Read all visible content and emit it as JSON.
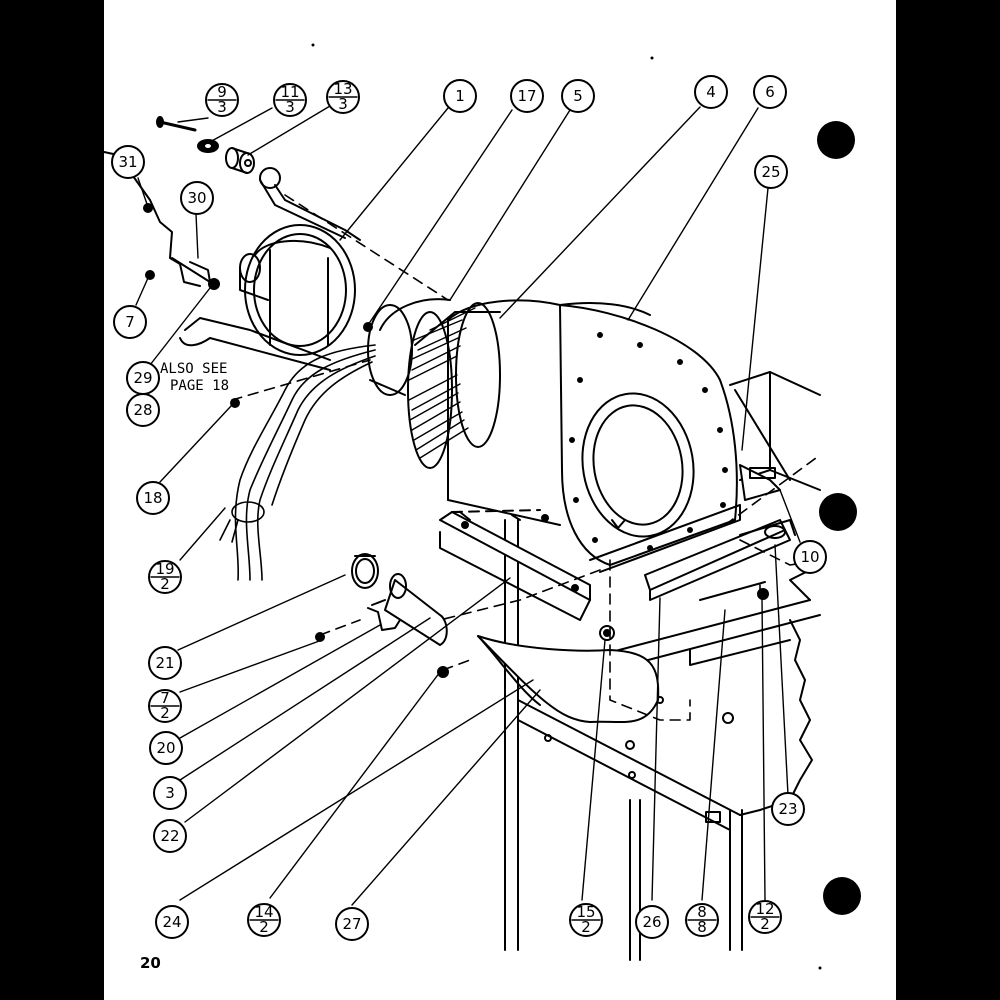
{
  "page_number": "20",
  "note": [
    "ALSO SEE",
    "PAGE 18"
  ],
  "callouts": [
    {
      "id": "c1",
      "text": "1"
    },
    {
      "id": "c17",
      "text": "17"
    },
    {
      "id": "c5",
      "text": "5"
    },
    {
      "id": "c4",
      "text": "4"
    },
    {
      "id": "c6",
      "text": "6"
    },
    {
      "id": "c25",
      "text": "25"
    },
    {
      "id": "c31",
      "text": "31"
    },
    {
      "id": "c30",
      "text": "30"
    },
    {
      "id": "c7",
      "text": "7"
    },
    {
      "id": "c29",
      "text": "29"
    },
    {
      "id": "c28",
      "text": "28"
    },
    {
      "id": "c18",
      "text": "18"
    },
    {
      "id": "c10",
      "text": "10"
    },
    {
      "id": "c21",
      "text": "21"
    },
    {
      "id": "c20",
      "text": "20"
    },
    {
      "id": "c3",
      "text": "3"
    },
    {
      "id": "c22",
      "text": "22"
    },
    {
      "id": "c23",
      "text": "23"
    },
    {
      "id": "c24",
      "text": "24"
    },
    {
      "id": "c27",
      "text": "27"
    },
    {
      "id": "c26",
      "text": "26"
    }
  ],
  "fractions": [
    {
      "id": "f9_3",
      "top": "9",
      "bottom": "3"
    },
    {
      "id": "f11_3",
      "top": "11",
      "bottom": "3"
    },
    {
      "id": "f13_3",
      "top": "13",
      "bottom": "3"
    },
    {
      "id": "f19_2",
      "top": "19",
      "bottom": "2"
    },
    {
      "id": "f7_2",
      "top": "7",
      "bottom": "2"
    },
    {
      "id": "f14_2",
      "top": "14",
      "bottom": "2"
    },
    {
      "id": "f15_2",
      "top": "15",
      "bottom": "2"
    },
    {
      "id": "f8_8",
      "top": "8",
      "bottom": "8"
    },
    {
      "id": "f12_2",
      "top": "12",
      "bottom": "2"
    }
  ]
}
